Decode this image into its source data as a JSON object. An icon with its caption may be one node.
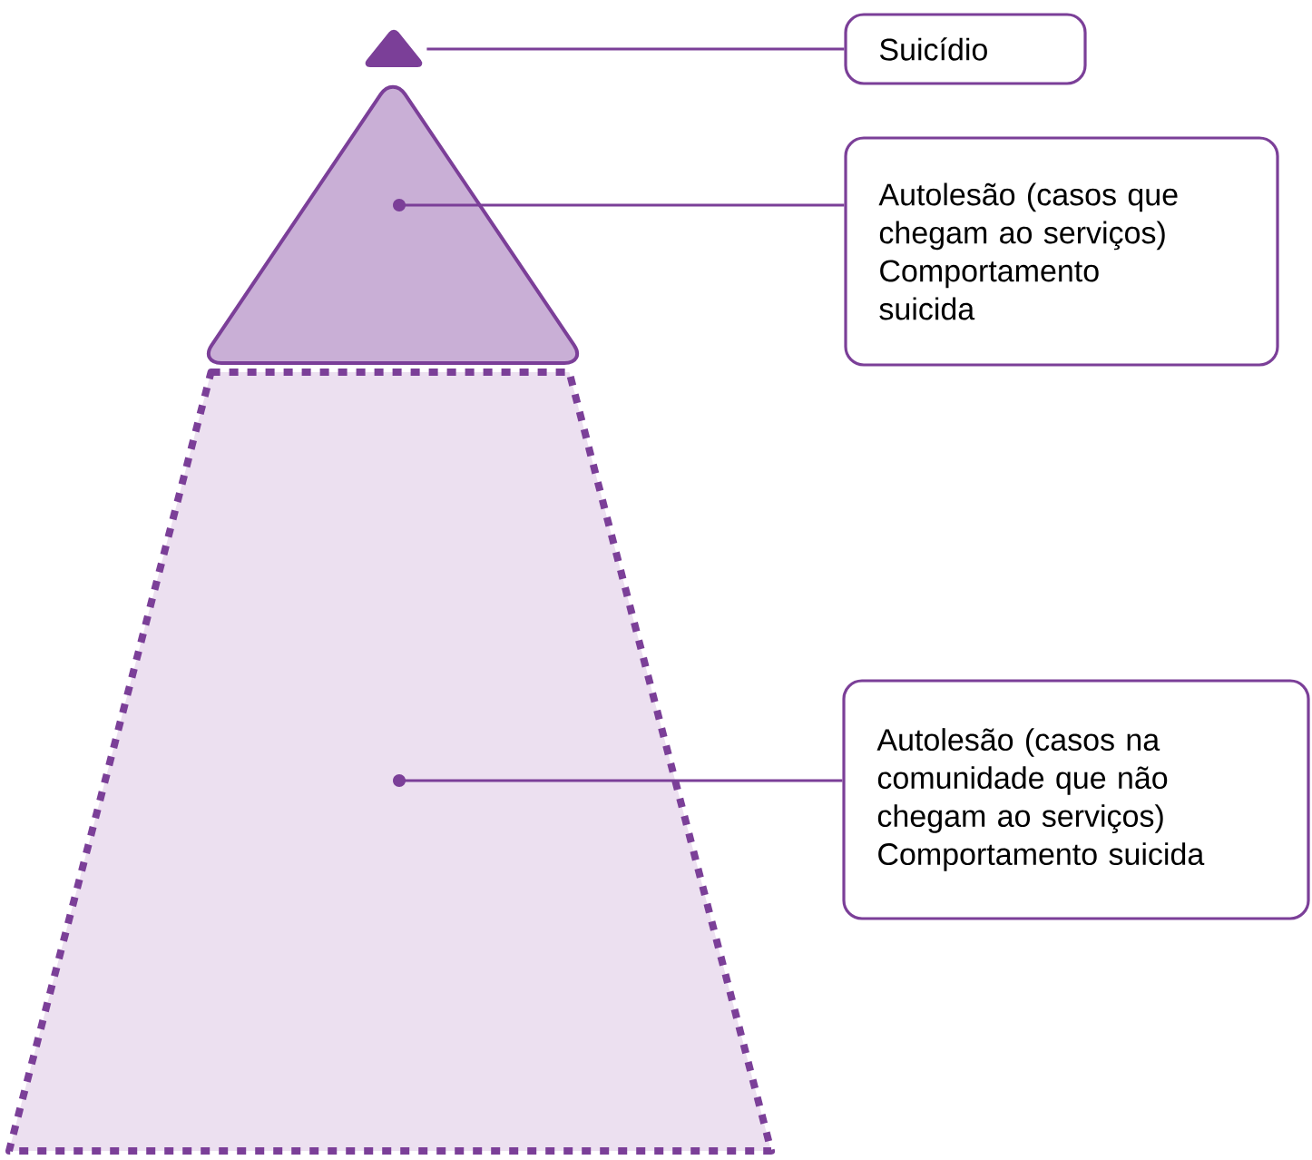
{
  "diagram": {
    "nodes": [
      {
        "text": [],
        "shape": "triangle"
      },
      {
        "text": [
          "Suicídio"
        ]
      },
      {
        "text": [],
        "shape": "triangle"
      },
      {
        "text": [
          "Autolesão (casos que chegam ao serviços) Comportamento suicida"
        ]
      },
      {
        "text": [],
        "shape": "trapezoid"
      },
      {
        "text": [
          "Autolesão (casos na comunidade que não chegam ao serviços) Comportamento suicida"
        ]
      }
    ],
    "edges": [
      {
        "from": 1,
        "to": 0,
        "arrow": "none"
      },
      {
        "from": 3,
        "to": 2,
        "arrow": "other"
      },
      {
        "from": 5,
        "to": 4,
        "arrow": "other"
      }
    ]
  }
}
